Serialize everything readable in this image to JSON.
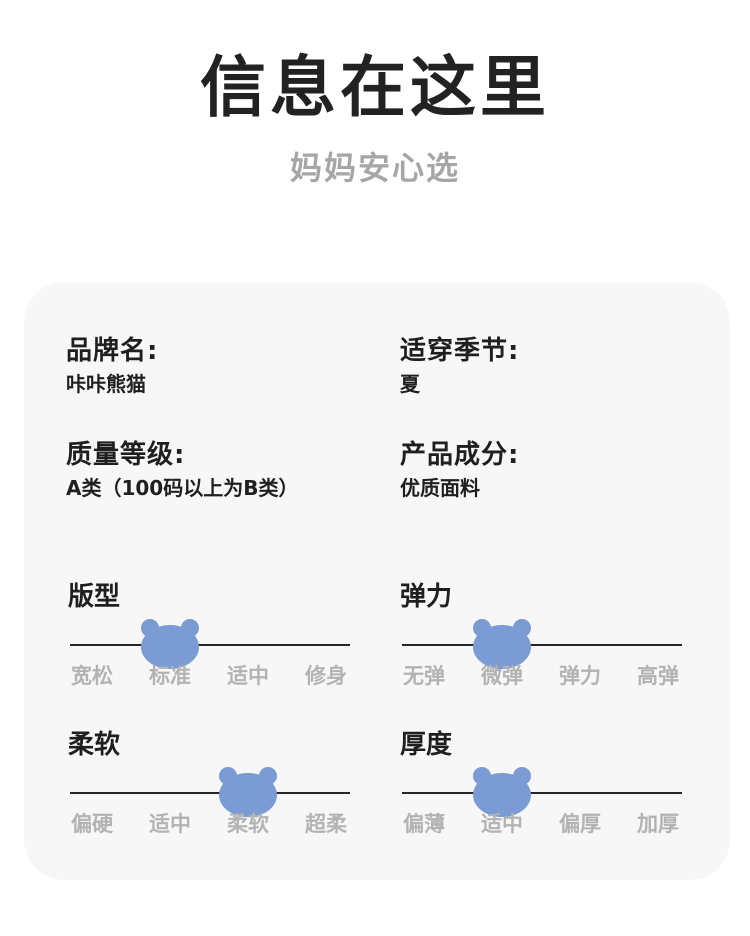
{
  "header": {
    "title": "信息在这里",
    "subtitle": "妈妈安心选"
  },
  "info": [
    {
      "label": "品牌名:",
      "value": "咔咔熊猫"
    },
    {
      "label": "适穿季节:",
      "value": "夏"
    },
    {
      "label": "质量等级:",
      "value": "A类（100码以上为B类）"
    },
    {
      "label": "产品成分:",
      "value": "优质面料"
    }
  ],
  "ratings": [
    {
      "label": "版型",
      "options": [
        "宽松",
        "标准",
        "适中",
        "修身"
      ],
      "selected_index": 1
    },
    {
      "label": "弹力",
      "options": [
        "无弹",
        "微弹",
        "弹力",
        "高弹"
      ],
      "selected_index": 1
    },
    {
      "label": "柔软",
      "options": [
        "偏硬",
        "适中",
        "柔软",
        "超柔"
      ],
      "selected_index": 2
    },
    {
      "label": "厚度",
      "options": [
        "偏薄",
        "适中",
        "偏厚",
        "加厚"
      ],
      "selected_index": 1
    }
  ],
  "colors": {
    "bear": "#7a9bd3",
    "title": "#222222",
    "subtitle": "#a6a6a6",
    "option": "#b3b3b3",
    "card": "#f7f7f7"
  },
  "icons": {
    "marker": "bear-head-icon"
  }
}
